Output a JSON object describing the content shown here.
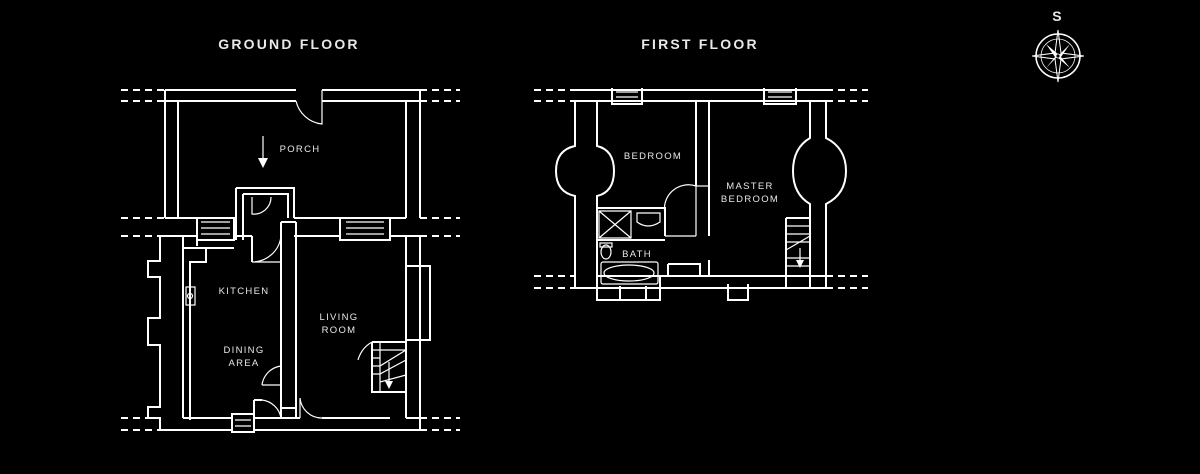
{
  "floors": {
    "ground": {
      "title": "GROUND FLOOR",
      "rooms": {
        "porch": "PORCH",
        "kitchen": "KITCHEN",
        "dining": [
          "DINING",
          "AREA"
        ],
        "living": [
          "LIVING",
          "ROOM"
        ]
      }
    },
    "first": {
      "title": "FIRST FLOOR",
      "rooms": {
        "bedroom": "BEDROOM",
        "master": [
          "MASTER",
          "BEDROOM"
        ],
        "bath": "BATH"
      }
    }
  },
  "compass": {
    "label": "S",
    "icon": "compass-rose-icon"
  },
  "colors": {
    "background": "#000000",
    "line": "#ffffff",
    "text": "#e8e8e8"
  }
}
